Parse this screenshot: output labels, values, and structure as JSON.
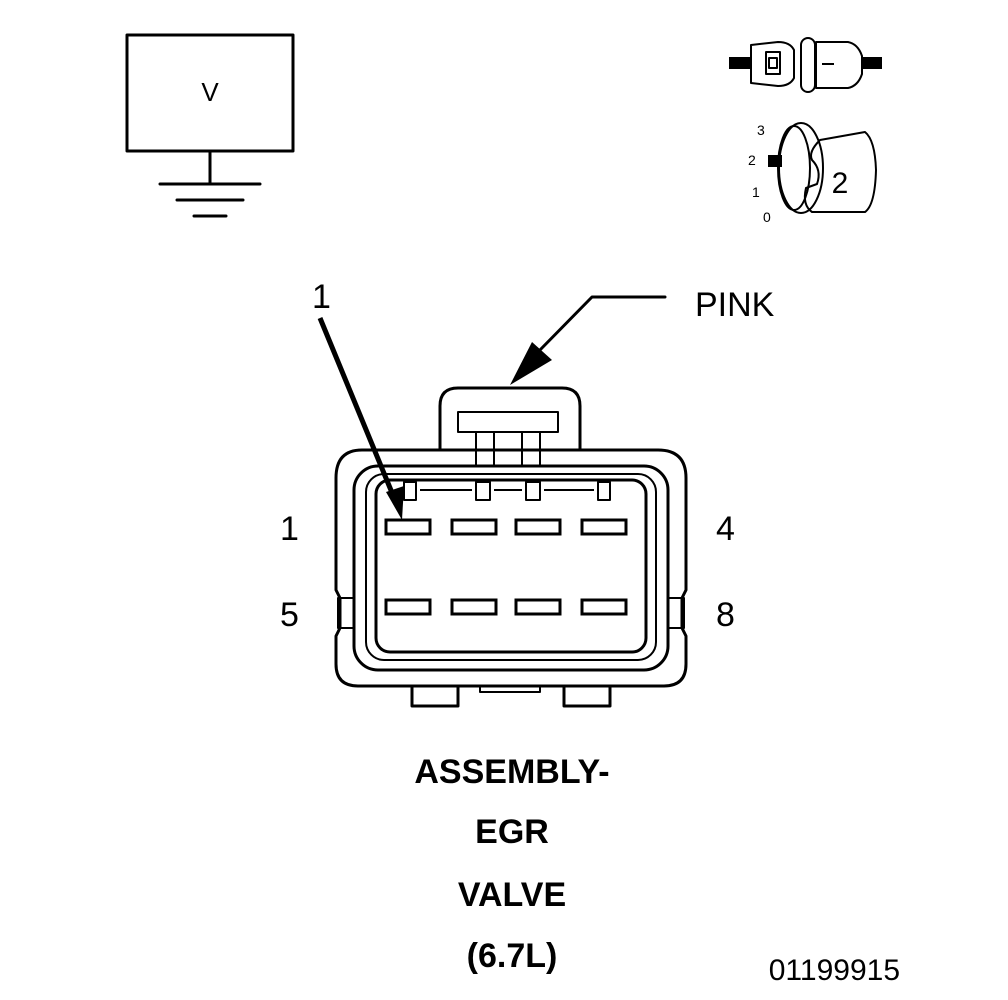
{
  "meter": {
    "symbol": "V"
  },
  "selector": {
    "positions": [
      "3",
      "2",
      "1",
      "0"
    ],
    "selected": "2"
  },
  "callout": {
    "pin_ref": "1",
    "color": "PINK"
  },
  "pins": {
    "top_left": "1",
    "top_right": "4",
    "bottom_left": "5",
    "bottom_right": "8"
  },
  "title": {
    "line1": "ASSEMBLY-",
    "line2": "EGR",
    "line3": "VALVE",
    "line4": "(6.7L)"
  },
  "figure_id": "01199915"
}
